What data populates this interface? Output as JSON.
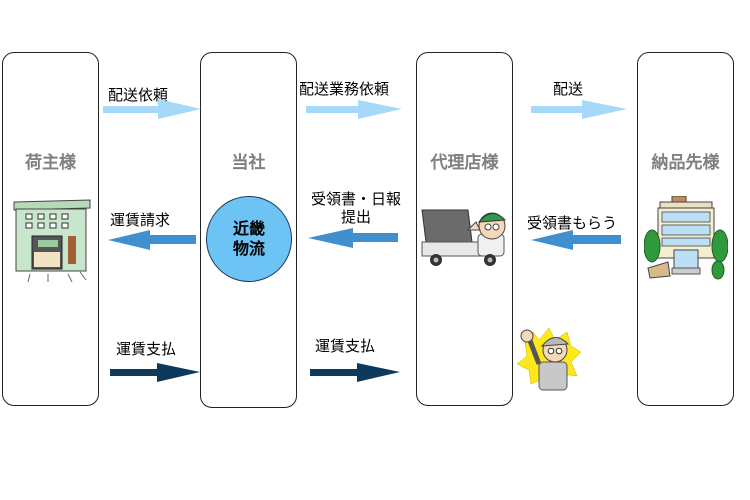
{
  "parties": [
    {
      "id": "shipper",
      "label": "荷主様"
    },
    {
      "id": "company",
      "label": "当社"
    },
    {
      "id": "agent",
      "label": "代理店様"
    },
    {
      "id": "recipient",
      "label": "納品先様"
    }
  ],
  "company_badge": {
    "line1": "近畿",
    "line2": "物流"
  },
  "flows": {
    "request_delivery": {
      "label": "配送依頼",
      "direction": "right"
    },
    "request_delivery_work": {
      "label": "配送業務依頼",
      "direction": "right"
    },
    "delivery": {
      "label": "配送",
      "direction": "right"
    },
    "freight_invoice": {
      "label": "運賃請求",
      "direction": "left"
    },
    "submit_receipt": {
      "line1": "受領書・日報",
      "line2": "提出",
      "direction": "left"
    },
    "get_receipt": {
      "label": "受領書もらう",
      "direction": "left"
    },
    "freight_payment_1": {
      "label": "運賃支払",
      "direction": "right"
    },
    "freight_payment_2": {
      "label": "運賃支払",
      "direction": "right"
    }
  },
  "colors": {
    "arrow_light": "#a6d8f7",
    "arrow_mid": "#4090d0",
    "arrow_dark": "#0d3a5c",
    "circle_fill": "#6ec3f5",
    "title_gray": "#808080"
  },
  "illustrations": {
    "shipper": "factory-building-icon",
    "agent": "delivery-truck-driver-icon",
    "recipient": "office-building-icon",
    "worker": "cheering-worker-icon"
  }
}
